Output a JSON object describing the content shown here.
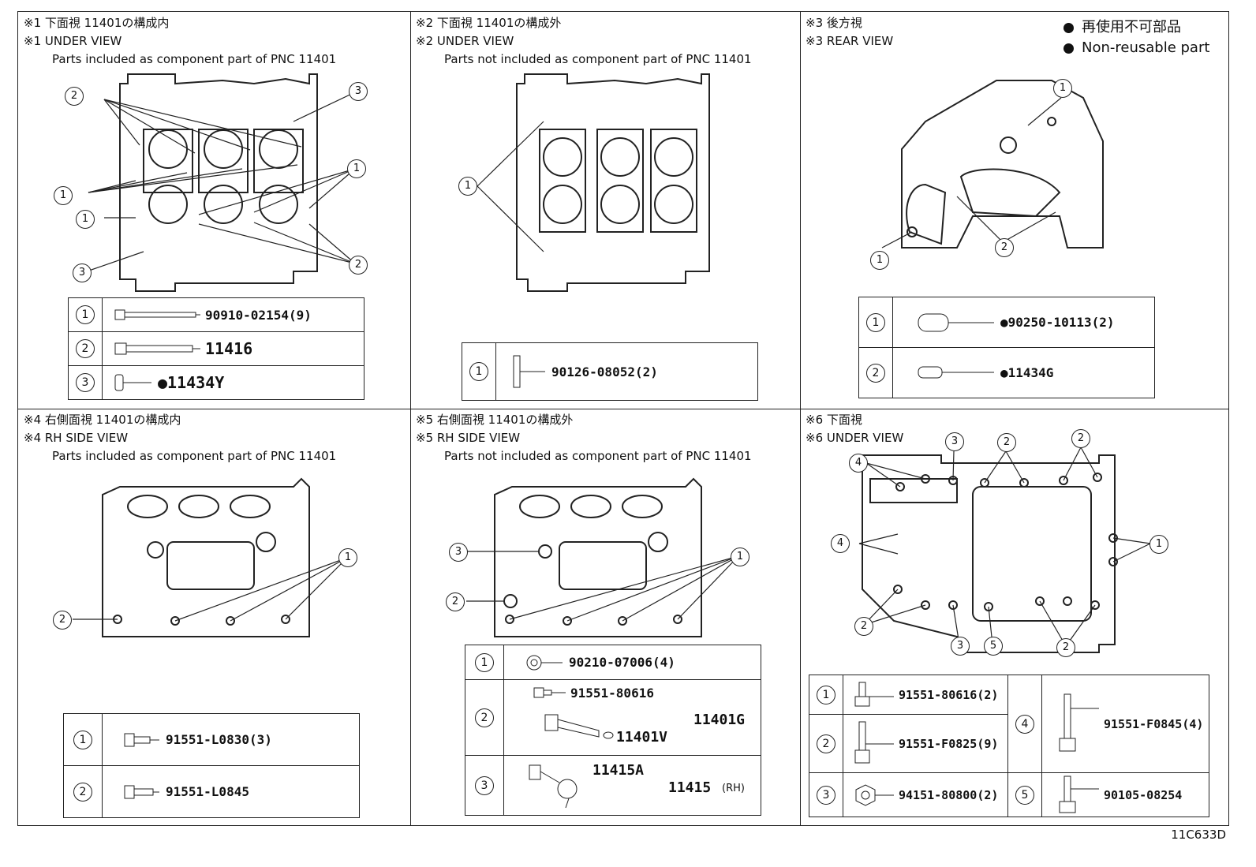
{
  "legend": {
    "label": "再使用不可部品",
    "label_en": "Non-reusable part"
  },
  "diagram_code": "11C633D",
  "panels": {
    "p1": {
      "line1": "※1 下面視 11401の構成内",
      "line2": "※1 UNDER VIEW",
      "line3": "Parts included as component part of PNC 11401",
      "parts": [
        {
          "n": "1",
          "pn": "90910-02154(9)"
        },
        {
          "n": "2",
          "pn": "11416"
        },
        {
          "n": "3",
          "pn": "●11434Y"
        }
      ]
    },
    "p2": {
      "line1": "※2 下面視 11401の構成外",
      "line2": "※2 UNDER VIEW",
      "line3": "Parts not included as component part of PNC 11401",
      "parts": [
        {
          "n": "1",
          "pn": "90126-08052(2)"
        }
      ]
    },
    "p3": {
      "line1": "※3 後方視",
      "line2": "※3 REAR VIEW",
      "parts": [
        {
          "n": "1",
          "pn": "●90250-10113(2)"
        },
        {
          "n": "2",
          "pn": "●11434G"
        }
      ]
    },
    "p4": {
      "line1": "※4 右側面視 11401の構成内",
      "line2": "※4 RH SIDE VIEW",
      "line3": "Parts included as component part of PNC 11401",
      "parts": [
        {
          "n": "1",
          "pn": "91551-L0830(3)"
        },
        {
          "n": "2",
          "pn": "91551-L0845"
        }
      ]
    },
    "p5": {
      "line1": "※5 右側面視 11401の構成外",
      "line2": "※5 RH SIDE VIEW",
      "line3": "Parts not included as component part of PNC 11401",
      "parts": [
        {
          "n": "1",
          "pn": "90210-07006(4)"
        },
        {
          "n": "2",
          "pn_a": "91551-80616",
          "pn_b": "11401V",
          "pn_c": "11401G"
        },
        {
          "n": "3",
          "pn_a": "11415A",
          "pn_b": "11415",
          "pn_c": "(RH)"
        }
      ]
    },
    "p6": {
      "line1": "※6 下面視",
      "line2": "※6 UNDER VIEW",
      "parts": [
        {
          "n": "1",
          "pn": "91551-80616(2)"
        },
        {
          "n": "2",
          "pn": "91551-F0825(9)"
        },
        {
          "n": "3",
          "pn": "94151-80800(2)"
        },
        {
          "n": "4",
          "pn": "91551-F0845(4)"
        },
        {
          "n": "5",
          "pn": "90105-08254"
        }
      ]
    }
  },
  "callouts": [
    "1",
    "2",
    "3",
    "4",
    "5"
  ]
}
